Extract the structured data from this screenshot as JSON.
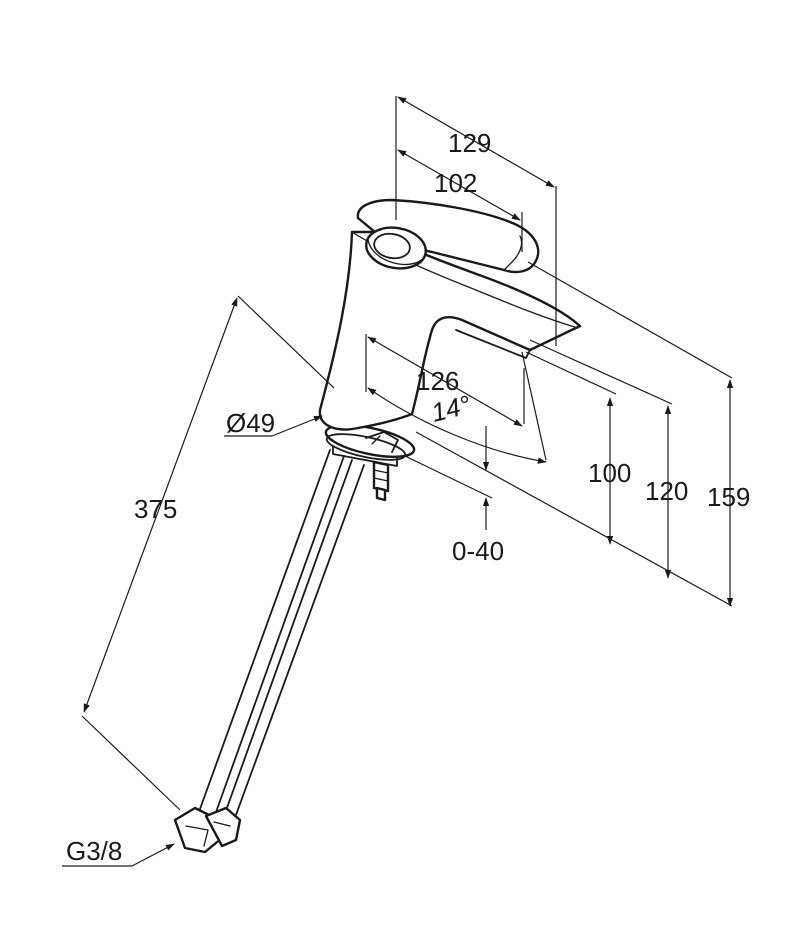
{
  "labels": {
    "width_total": "129",
    "width_lever": "102",
    "spout_reach": "126",
    "spout_angle": "14°",
    "body_diameter": "Ø49",
    "height_spout": "100",
    "height_body": "120",
    "height_total": "159",
    "hose_length": "375",
    "deck_thickness": "0-40",
    "connection_thread": "G3/8"
  }
}
